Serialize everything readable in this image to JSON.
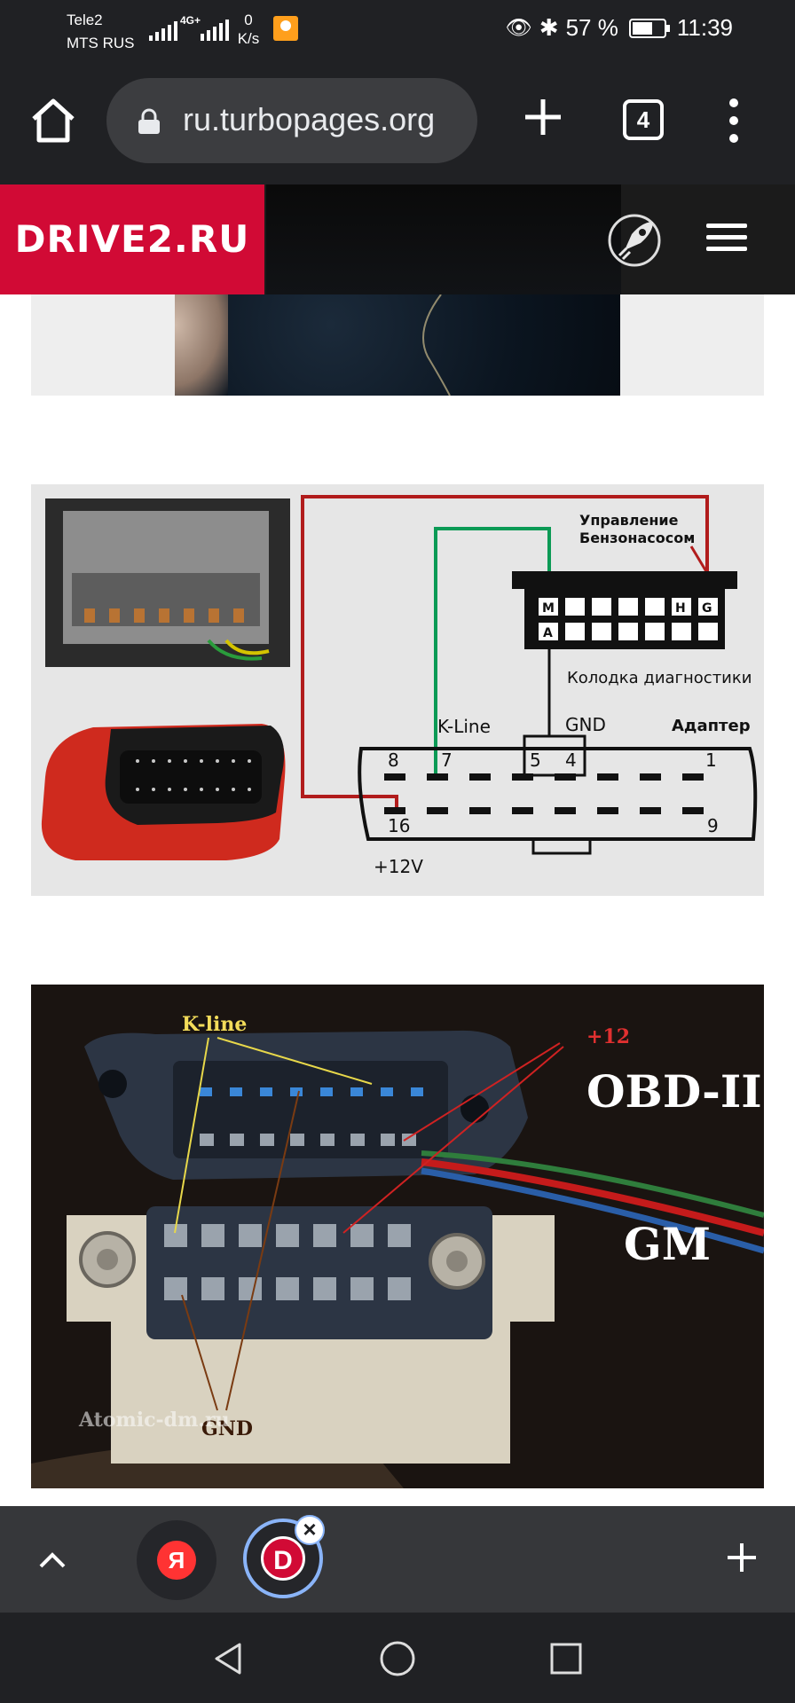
{
  "status_bar": {
    "carrier_line1": "Tele2",
    "carrier_line2": "MTS RUS",
    "network_type": "4G+",
    "speed_value": "0",
    "speed_unit": "K/s",
    "battery_percent": "57 %",
    "time": "11:39",
    "icons": [
      "signal-icon",
      "odnoklassniki-icon",
      "eye-icon",
      "bluetooth-icon",
      "battery-icon"
    ]
  },
  "browser": {
    "url": "ru.turbopages.org",
    "tab_count": "4",
    "icons": [
      "home-icon",
      "lock-icon",
      "plus-icon",
      "tabs-icon",
      "more-vert-icon"
    ]
  },
  "site": {
    "logo": "DRIVE2.RU",
    "brand_color": "#d10a35",
    "icons": [
      "rocket-icon",
      "hamburger-menu-icon"
    ]
  },
  "diagram": {
    "title": "Управление Бензонасосом",
    "connector_label": "Колодка диагностики",
    "kline_label": "K-Line",
    "gnd_label": "GND",
    "adapter_label": "Адаптер",
    "voltage_label": "+12V",
    "pin_letters": [
      "M",
      "H",
      "G",
      "A"
    ],
    "pin_numbers": [
      "8",
      "7",
      "5",
      "4",
      "1",
      "16",
      "9"
    ],
    "wire_colors": {
      "red": "#b11c1c",
      "green": "#0b9a55",
      "black": "#111111"
    }
  },
  "obd_photo": {
    "kline_label": "K-line",
    "plus12_label": "+12",
    "obd_label": "OBD-II",
    "gm_label": "GM",
    "gnd_label": "GND",
    "watermark": "Atomic-dm.ru"
  },
  "bottom_bar": {
    "tab1_letter": "Я",
    "tab2_letter": "D",
    "close_symbol": "×",
    "accent_color": "#8ab4f8",
    "icons": [
      "chevron-up-icon",
      "close-icon",
      "plus-icon"
    ]
  },
  "nav_bar": {
    "icons": [
      "back-icon",
      "home-circle-icon",
      "recents-icon"
    ]
  }
}
